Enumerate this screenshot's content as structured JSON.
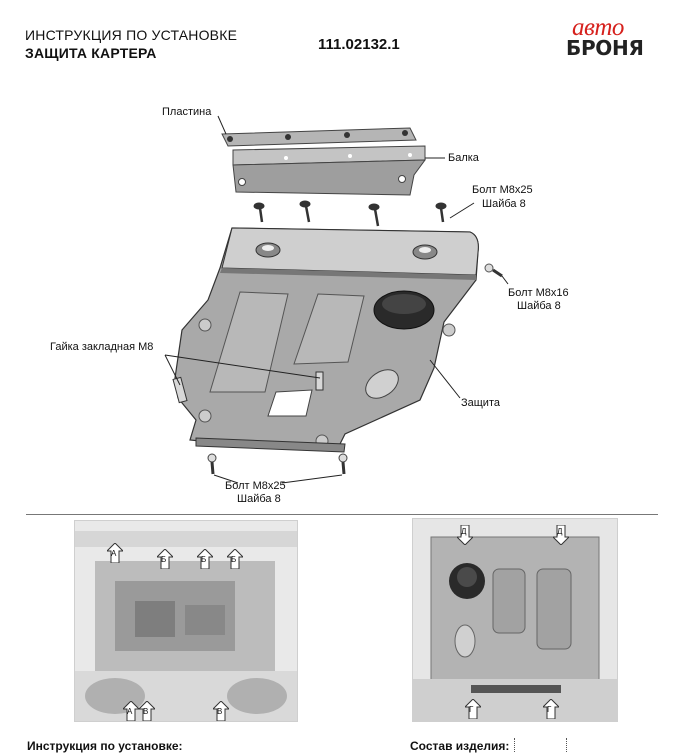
{
  "header": {
    "title_line1": "ИНСТРУКЦИЯ ПО УСТАНОВКЕ",
    "title_line2": "ЗАЩИТА КАРТЕРА",
    "part_number": "111.02132.1"
  },
  "logo": {
    "script_text": "авто",
    "main_text": "БРОНЯ",
    "accent_color": "#d6211d"
  },
  "labels": {
    "plate": "Пластина",
    "beam": "Балка",
    "bolt_top_1": "Болт М8х25",
    "bolt_top_2": "Шайба 8",
    "bolt_side_1": "Болт М8х16",
    "bolt_side_2": "Шайба 8",
    "nut": "Гайка закладная М8",
    "guard": "Защита",
    "bolt_bottom_1": "Болт М8х25",
    "bolt_bottom_2": "Шайба 8"
  },
  "photo_left_markers": [
    "А",
    "Б",
    "Б",
    "Б",
    "А",
    "В",
    "В"
  ],
  "photo_right_markers": [
    "Д",
    "Д",
    "Г",
    "Г"
  ],
  "footer": {
    "instructions_label": "Инструкция по установке:",
    "contents_label": "Состав изделия:"
  }
}
